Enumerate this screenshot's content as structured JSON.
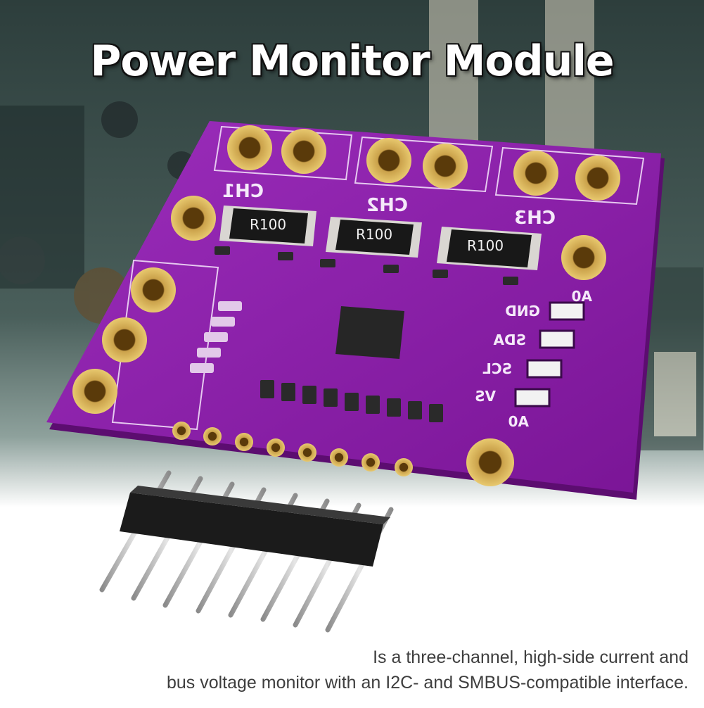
{
  "title": "Power Monitor Module",
  "caption": {
    "line1": "Is a three-channel, high-side current and",
    "line2": "bus voltage monitor with an I2C- and SMBUS-compatible interface."
  },
  "board": {
    "channels": [
      "CH1",
      "CH2",
      "CH3"
    ],
    "resistor_label": "R100",
    "pin_labels": [
      "A0",
      "GND",
      "SDA",
      "SCL",
      "VS",
      "A0"
    ],
    "color": "#8a1fa6"
  },
  "icons": {
    "pcb": "pcb-module-icon",
    "header": "pin-header-icon"
  }
}
